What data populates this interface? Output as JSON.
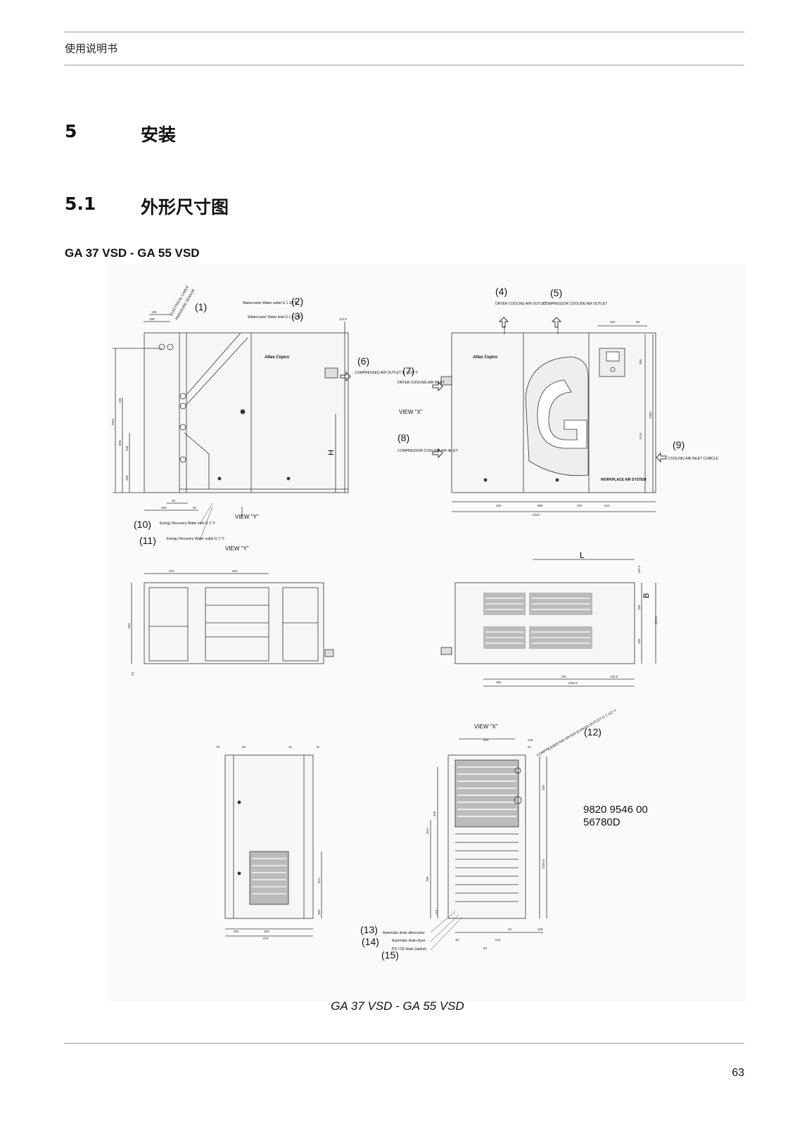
{
  "header": {
    "title": "使用说明书"
  },
  "section": {
    "number": "5",
    "title": "安装"
  },
  "subsection": {
    "number": "5.1",
    "title": "外形尺寸图"
  },
  "model": "GA 37 VSD - GA 55 VSD",
  "figure": {
    "callouts": {
      "c1": "(1)",
      "c2": "(2)",
      "c3": "(3)",
      "c4": "(4)",
      "c5": "(5)",
      "c6": "(6)",
      "c7": "(7)",
      "c8": "(8)",
      "c9": "(9)",
      "c10": "(10)",
      "c11": "(11)",
      "c12": "(12)",
      "c13": "(13)",
      "c14": "(14)",
      "c15": "(15)"
    },
    "labels": {
      "electrical_cable": "ELECTRICAL CABLE",
      "pressure_sensor": "PRESSURE SENSOR",
      "water_outlet": "Watercooler Water outlet G 1 1/2\"M",
      "water_inlet": "Watercooler Water inlet G 1 1/2\"M",
      "dryer_air_outlet": "DRYER COOLING AIR OUTLET",
      "compressor_air_outlet": "COMPRESSOR COOLING AIR OUTLET",
      "compressed_air_outlet": "COMPRESSED AIR OUTLET G 1 1/2\" F",
      "dryer_air_inlet": "DRYER COOLING AIR INLET",
      "compressor_air_inlet": "COMPRESSOR COOLING AIR INLET",
      "cubicle_air_inlet": "COOLING AIR INLET CUBICLE",
      "energy_inlet": "Energy Recovery Water inlet G 1\" F",
      "energy_outlet": "Energy Recovery Water outlet G 1\" F",
      "view_x": "VIEW \"X\"",
      "view_y": "VIEW \"Y\"",
      "compressed_air_bypass": "COMPRESSED AIR DRYER BYPASS OUTLET G 1 1/2\" F",
      "drain_aftercooler": "Automatic drain aftercooler",
      "drain_dryer": "Automatic drain dryer",
      "drain_option": "PD / DD drain (option)",
      "brand": "Atlas Copco",
      "workplace": "WORKPLACE AIR SYSTEM",
      "dim_h": "H",
      "dim_l": "L",
      "dim_b": "B"
    },
    "dimensions": {
      "d169": "169",
      "d199": "199",
      "d114": "114.9",
      "d282": "282",
      "d66": "66",
      "d200a": "200",
      "d880": "880",
      "d200b": "200",
      "d510": "510",
      "d2040": "2040",
      "d48": "48",
      "d460": "460",
      "d90": "90",
      "d570": "570",
      "d900": "900",
      "d1669": "1669",
      "d896": "896",
      "d348": "348",
      "d398": "398",
      "d100": "100",
      "d260": "260",
      "d1902": "1902",
      "d1215": "1215",
      "d159": "159.5",
      "d295a": "295",
      "d295b": "295",
      "d8295": "829.5",
      "d964": "964",
      "d53": "53",
      "d355": "355",
      "d729": "729",
      "d4265": "426.5",
      "d13255": "1325.5",
      "d75a": "75",
      "d29": "29",
      "d31": "31",
      "d75b": "75",
      "d294": "294",
      "d380": "380",
      "d970": "970",
      "d572": "572",
      "d359": "359",
      "d581": "581",
      "d139": "139",
      "d57": "57",
      "d350": "350",
      "d640": "640",
      "d905": "90.5",
      "d780": "780",
      "d13398": "1339.8",
      "d40": "40",
      "d106": "106",
      "d38": "38",
      "d518": "518",
      "d80": "80",
      "d115": "115"
    },
    "part_number": "9820 9546 00",
    "drawing_number": "56780D"
  },
  "caption": "GA 37 VSD - GA 55 VSD",
  "page_number": "63"
}
